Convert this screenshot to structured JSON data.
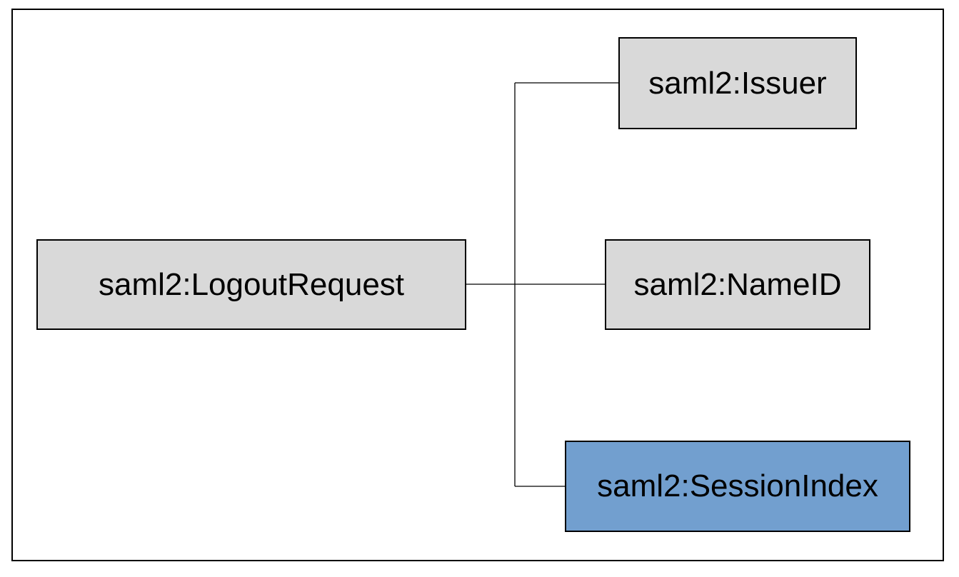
{
  "diagram": {
    "root": {
      "label": "saml2:LogoutRequest",
      "fill": "#d9d9d9"
    },
    "children": [
      {
        "label": "saml2:Issuer",
        "fill": "#d9d9d9"
      },
      {
        "label": "saml2:NameID",
        "fill": "#d9d9d9"
      },
      {
        "label": "saml2:SessionIndex",
        "fill": "#729fcf"
      }
    ],
    "colors": {
      "node_default": "#d9d9d9",
      "node_highlight": "#729fcf",
      "line": "#000000",
      "frame_border": "#000000"
    }
  }
}
